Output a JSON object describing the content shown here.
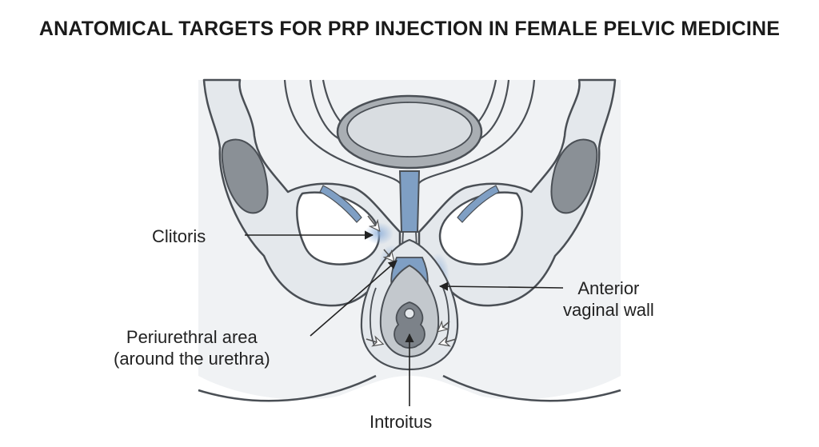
{
  "title": "ANATOMICAL TARGETS FOR PRP INJECTION IN FEMALE PELVIC MEDICINE",
  "labels": {
    "clitoris": "Clitoris",
    "periurethral_line1": "Periurethral area",
    "periurethral_line2": "(around the urethra)",
    "anterior_line1": "Anterior",
    "anterior_line2": "vaginal wall",
    "introitus": "Introitus"
  },
  "colors": {
    "bone_fill": "#e4e8ec",
    "outline": "#4a4f55",
    "dark_gray": "#7c8289",
    "tissue_gray": "#c3c8cd",
    "highlight_blue": "#7f9fc4",
    "glow_blue": "#9fbbe0"
  }
}
